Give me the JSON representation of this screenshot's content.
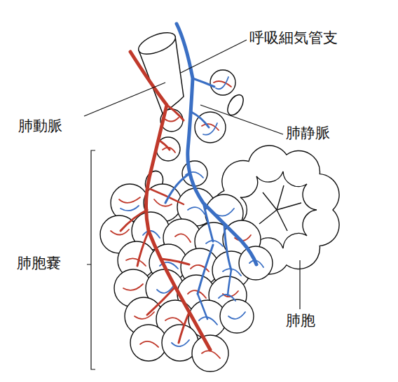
{
  "diagram": {
    "labels": [
      "呼吸細気管支",
      "肺動脈",
      "肺静脈",
      "肺胞嚢",
      "肺胞"
    ]
  }
}
